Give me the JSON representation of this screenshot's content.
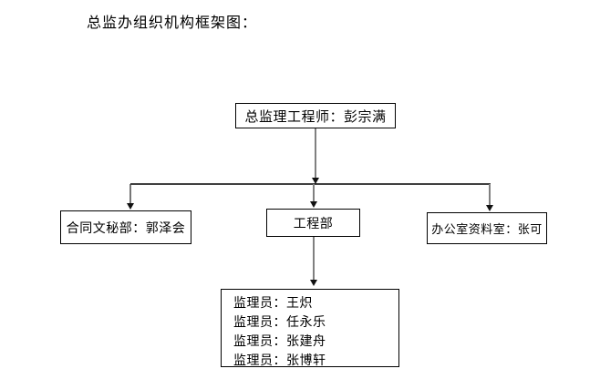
{
  "title": "总监办组织机构框架图：",
  "org_chart": {
    "root": {
      "label": "总监理工程师：彭宗满"
    },
    "departments": [
      {
        "label": "合同文秘部：郭泽会"
      },
      {
        "label": "工程部"
      },
      {
        "label": "办公室资料室：张可"
      }
    ],
    "supervisors": {
      "lines": [
        "监理员：王炽",
        "监理员：任永乐",
        "监理员：张建舟",
        "监理员：张博轩"
      ]
    }
  },
  "colors": {
    "background": "#ffffff",
    "text": "#000000",
    "box_border": "#000000",
    "connector_gray": "#808080",
    "connector_dark": "#3a3a3a",
    "horizontal_line": "#000000",
    "arrowhead": "#111111"
  }
}
